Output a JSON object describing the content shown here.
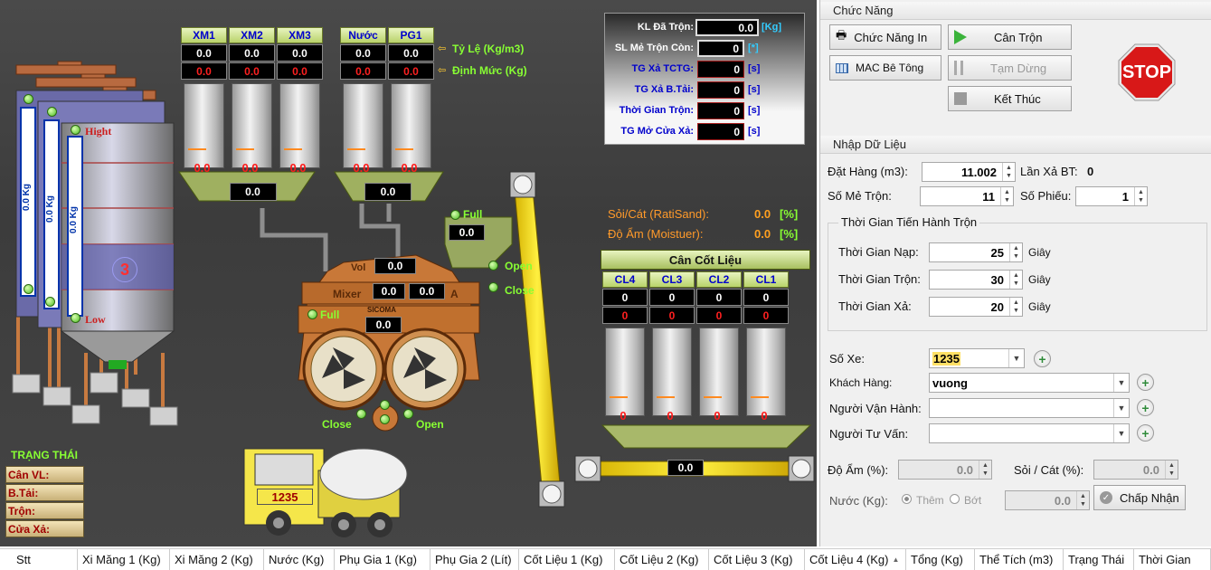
{
  "scada": {
    "cement_tanks": {
      "names": [
        "XM1",
        "XM2",
        "XM3"
      ],
      "ratio_values": [
        "0.0",
        "0.0",
        "0.0"
      ],
      "target_values": [
        "0.0",
        "0.0",
        "0.0"
      ],
      "scale_values": [
        "0.0",
        "0.0",
        "0.0"
      ],
      "hopper_value": "0.0"
    },
    "water_tanks": {
      "names": [
        "Nước",
        "PG1"
      ],
      "ratio_values": [
        "0.0",
        "0.0"
      ],
      "target_values": [
        "0.0",
        "0.0"
      ],
      "scale_values": [
        "0.0",
        "0.0"
      ],
      "hopper_value": "0.0"
    },
    "legend": {
      "ratio": "Tỷ Lệ (Kg/m3)",
      "target": "Định Mức (Kg)"
    },
    "silos": {
      "kg_labels": [
        "0.0 Kg",
        "0.0 Kg",
        "0.0 Kg"
      ],
      "hight": "Hight",
      "low": "Low",
      "number": "3"
    },
    "info_panel": {
      "rows": [
        {
          "label": "KL Đã Trộn:",
          "value": "0.0",
          "unit": "[Kg]"
        },
        {
          "label": "SL Mẻ Trộn Còn:",
          "value": "0",
          "unit": "[*]"
        },
        {
          "label": "TG Xả TCTG:",
          "value": "0",
          "unit": "[s]"
        },
        {
          "label": "TG Xả B.Tải:",
          "value": "0",
          "unit": "[s]"
        },
        {
          "label": "Thời Gian Trộn:",
          "value": "0",
          "unit": "[s]"
        },
        {
          "label": "TG Mở Cửa Xả:",
          "value": "0",
          "unit": "[s]"
        }
      ]
    },
    "ratios": [
      {
        "label": "Sỏi/Cát (RatiSand):",
        "value": "0.0",
        "unit": "[%]"
      },
      {
        "label": "Độ Ẩm (Moistuer):",
        "value": "0.0",
        "unit": "[%]"
      }
    ],
    "mixer": {
      "vol_label": "Vol",
      "vol_value": "0.0",
      "mixer_label": "Mixer",
      "mixer_value1": "0.0",
      "mixer_value2": "0.0",
      "a_label": "A",
      "brand": "SICOMA",
      "center_value": "0.0",
      "full": "Full",
      "close": "Close",
      "open": "Open"
    },
    "additive_hopper": {
      "full": "Full",
      "value": "0.0",
      "open": "Open",
      "close": "Close"
    },
    "aggregate": {
      "title": "Cân Cốt Liệu",
      "names": [
        "CL4",
        "CL3",
        "CL2",
        "CL1"
      ],
      "ratio_values": [
        "0",
        "0",
        "0",
        "0"
      ],
      "target_values": [
        "0",
        "0",
        "0",
        "0"
      ],
      "scale_values": [
        "0",
        "0",
        "0",
        "0"
      ]
    },
    "conveyor_value": "0.0",
    "truck_number": "1235",
    "status": {
      "title": "TRẠNG THÁI",
      "rows": [
        "Cân VL:",
        "B.Tải:",
        "Trộn:",
        "Cửa Xả:"
      ]
    }
  },
  "panel": {
    "section_function": "Chức Năng",
    "btn_print": "Chức Năng In",
    "btn_mix": "Cân Trộn",
    "btn_mac": "MAC Bê Tông",
    "btn_pause": "Tạm Dừng",
    "btn_end": "Kết Thúc",
    "stop": "STOP",
    "section_input": "Nhập Dữ Liệu",
    "order_label": "Đặt Hàng (m3):",
    "order_value": "11.002",
    "release_label": "Lần Xả BT:",
    "release_value": "0",
    "batch_label": "Số Mẻ Trộn:",
    "batch_value": "11",
    "ticket_label": "Số Phiếu:",
    "ticket_value": "1",
    "timing_title": "Thời Gian Tiến Hành Trộn",
    "load_label": "Thời Gian Nạp:",
    "load_value": "25",
    "mix_label": "Thời Gian Trộn:",
    "mix_value": "30",
    "discharge_label": "Thời Gian Xả:",
    "discharge_value": "20",
    "seconds": "Giây",
    "truck_label": "Số Xe:",
    "truck_value": "1235",
    "customer_label": "Khách Hàng:",
    "customer_value": "vuong",
    "operator_label": "Người Vận Hành:",
    "operator_value": "",
    "advisor_label": "Người Tư Vấn:",
    "advisor_value": "",
    "moisture_label": "Độ Ẩm (%):",
    "moisture_value": "0.0",
    "gravel_label": "Sỏi / Cát (%):",
    "gravel_value": "0.0",
    "water_label": "Nước (Kg):",
    "radio_add": "Thêm",
    "radio_sub": "Bớt",
    "water_value": "0.0",
    "accept": "Chấp Nhận"
  },
  "table_headers": [
    "Stt",
    "Xi Măng 1 (Kg)",
    "Xi Măng 2 (Kg)",
    "Nước (Kg)",
    "Phụ Gia 1 (Kg)",
    "Phụ Gia 2 (Lít)",
    "Cốt Liệu 1 (Kg)",
    "Cốt Liệu 2 (Kg)",
    "Cốt Liệu 3 (Kg)",
    "Cốt Liệu 4 (Kg)",
    "Tổng (Kg)",
    "Thể Tích (m3)",
    "Trạng Thái",
    "Thời Gian"
  ]
}
